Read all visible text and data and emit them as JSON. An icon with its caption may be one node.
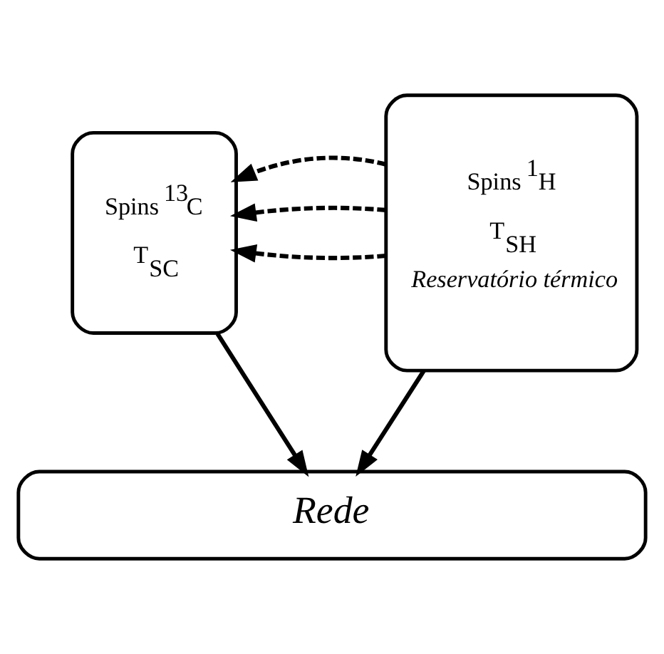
{
  "diagram": {
    "nodes": [
      {
        "text": [
          "Spins $^{13}$C",
          "T$_{SC}$"
        ]
      },
      {
        "text": [
          "Spins $^{1}$H",
          "T$_{SH}$",
          "Reservatório térmico"
        ]
      },
      {
        "text": [
          "Rede"
        ]
      }
    ],
    "edges": [
      {
        "from": 1,
        "to": 0,
        "arrow": "to",
        "style": "dashed"
      },
      {
        "from": 1,
        "to": 0,
        "arrow": "to",
        "style": "dashed"
      },
      {
        "from": 1,
        "to": 0,
        "arrow": "to",
        "style": "dashed"
      },
      {
        "from": 0,
        "to": 2,
        "arrow": "to"
      },
      {
        "from": 1,
        "to": 2,
        "arrow": "to"
      }
    ]
  }
}
